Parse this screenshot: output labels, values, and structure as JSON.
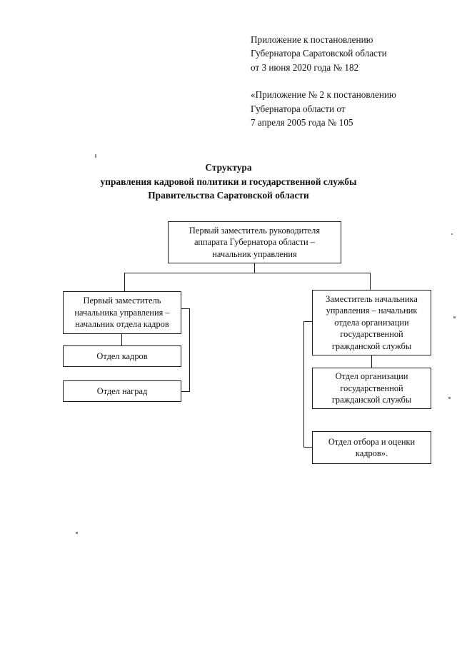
{
  "document": {
    "header": {
      "paragraphs": [
        {
          "lines": [
            "Приложение к постановлению",
            "Губернатора Саратовской области",
            "от 3 июня 2020 года № 182"
          ]
        },
        {
          "lines": [
            "«Приложение № 2 к постановлению",
            "Губернатора области от",
            "7 апреля 2005 года № 105"
          ]
        }
      ]
    },
    "title": {
      "lines": [
        "Структура",
        "управления кадровой политики и государственной службы",
        "Правительства Саратовской области"
      ]
    }
  },
  "chart_data": {
    "type": "diagram",
    "title": "Структура управления кадровой политики и государственной службы Правительства Саратовской области",
    "nodes": [
      {
        "id": "top",
        "level": 0,
        "lines": [
          "Первый заместитель руководителя",
          "аппарата Губернатора области –",
          "начальник управления"
        ]
      },
      {
        "id": "left-head",
        "level": 1,
        "parent": "top",
        "lines": [
          "Первый заместитель",
          "начальника управления –",
          "начальник отдела кадров"
        ]
      },
      {
        "id": "left-1",
        "level": 2,
        "parent": "left-head",
        "lines": [
          "Отдел кадров"
        ]
      },
      {
        "id": "left-2",
        "level": 2,
        "parent": "left-head",
        "lines": [
          "Отдел наград"
        ]
      },
      {
        "id": "right-head",
        "level": 1,
        "parent": "top",
        "lines": [
          "Заместитель начальника",
          "управления – начальник",
          "отдела организации",
          "государственной",
          "гражданской службы"
        ]
      },
      {
        "id": "right-1",
        "level": 2,
        "parent": "right-head",
        "lines": [
          "Отдел организации",
          "государственной",
          "гражданской службы"
        ]
      },
      {
        "id": "right-2",
        "level": 2,
        "parent": "right-head",
        "lines": [
          "Отдел отбора и оценки",
          "кадров»."
        ]
      }
    ],
    "edges": [
      {
        "from": "top",
        "to": "left-head"
      },
      {
        "from": "top",
        "to": "right-head"
      },
      {
        "from": "left-head",
        "to": "left-1"
      },
      {
        "from": "left-head",
        "to": "left-2"
      },
      {
        "from": "right-head",
        "to": "right-1"
      },
      {
        "from": "right-head",
        "to": "right-2"
      }
    ],
    "colors": {
      "page_background": "#ffffff",
      "box_border": "#1d1d1d",
      "box_fill": "#ffffff",
      "text": "#111111",
      "connector": "#1d1d1d"
    }
  }
}
